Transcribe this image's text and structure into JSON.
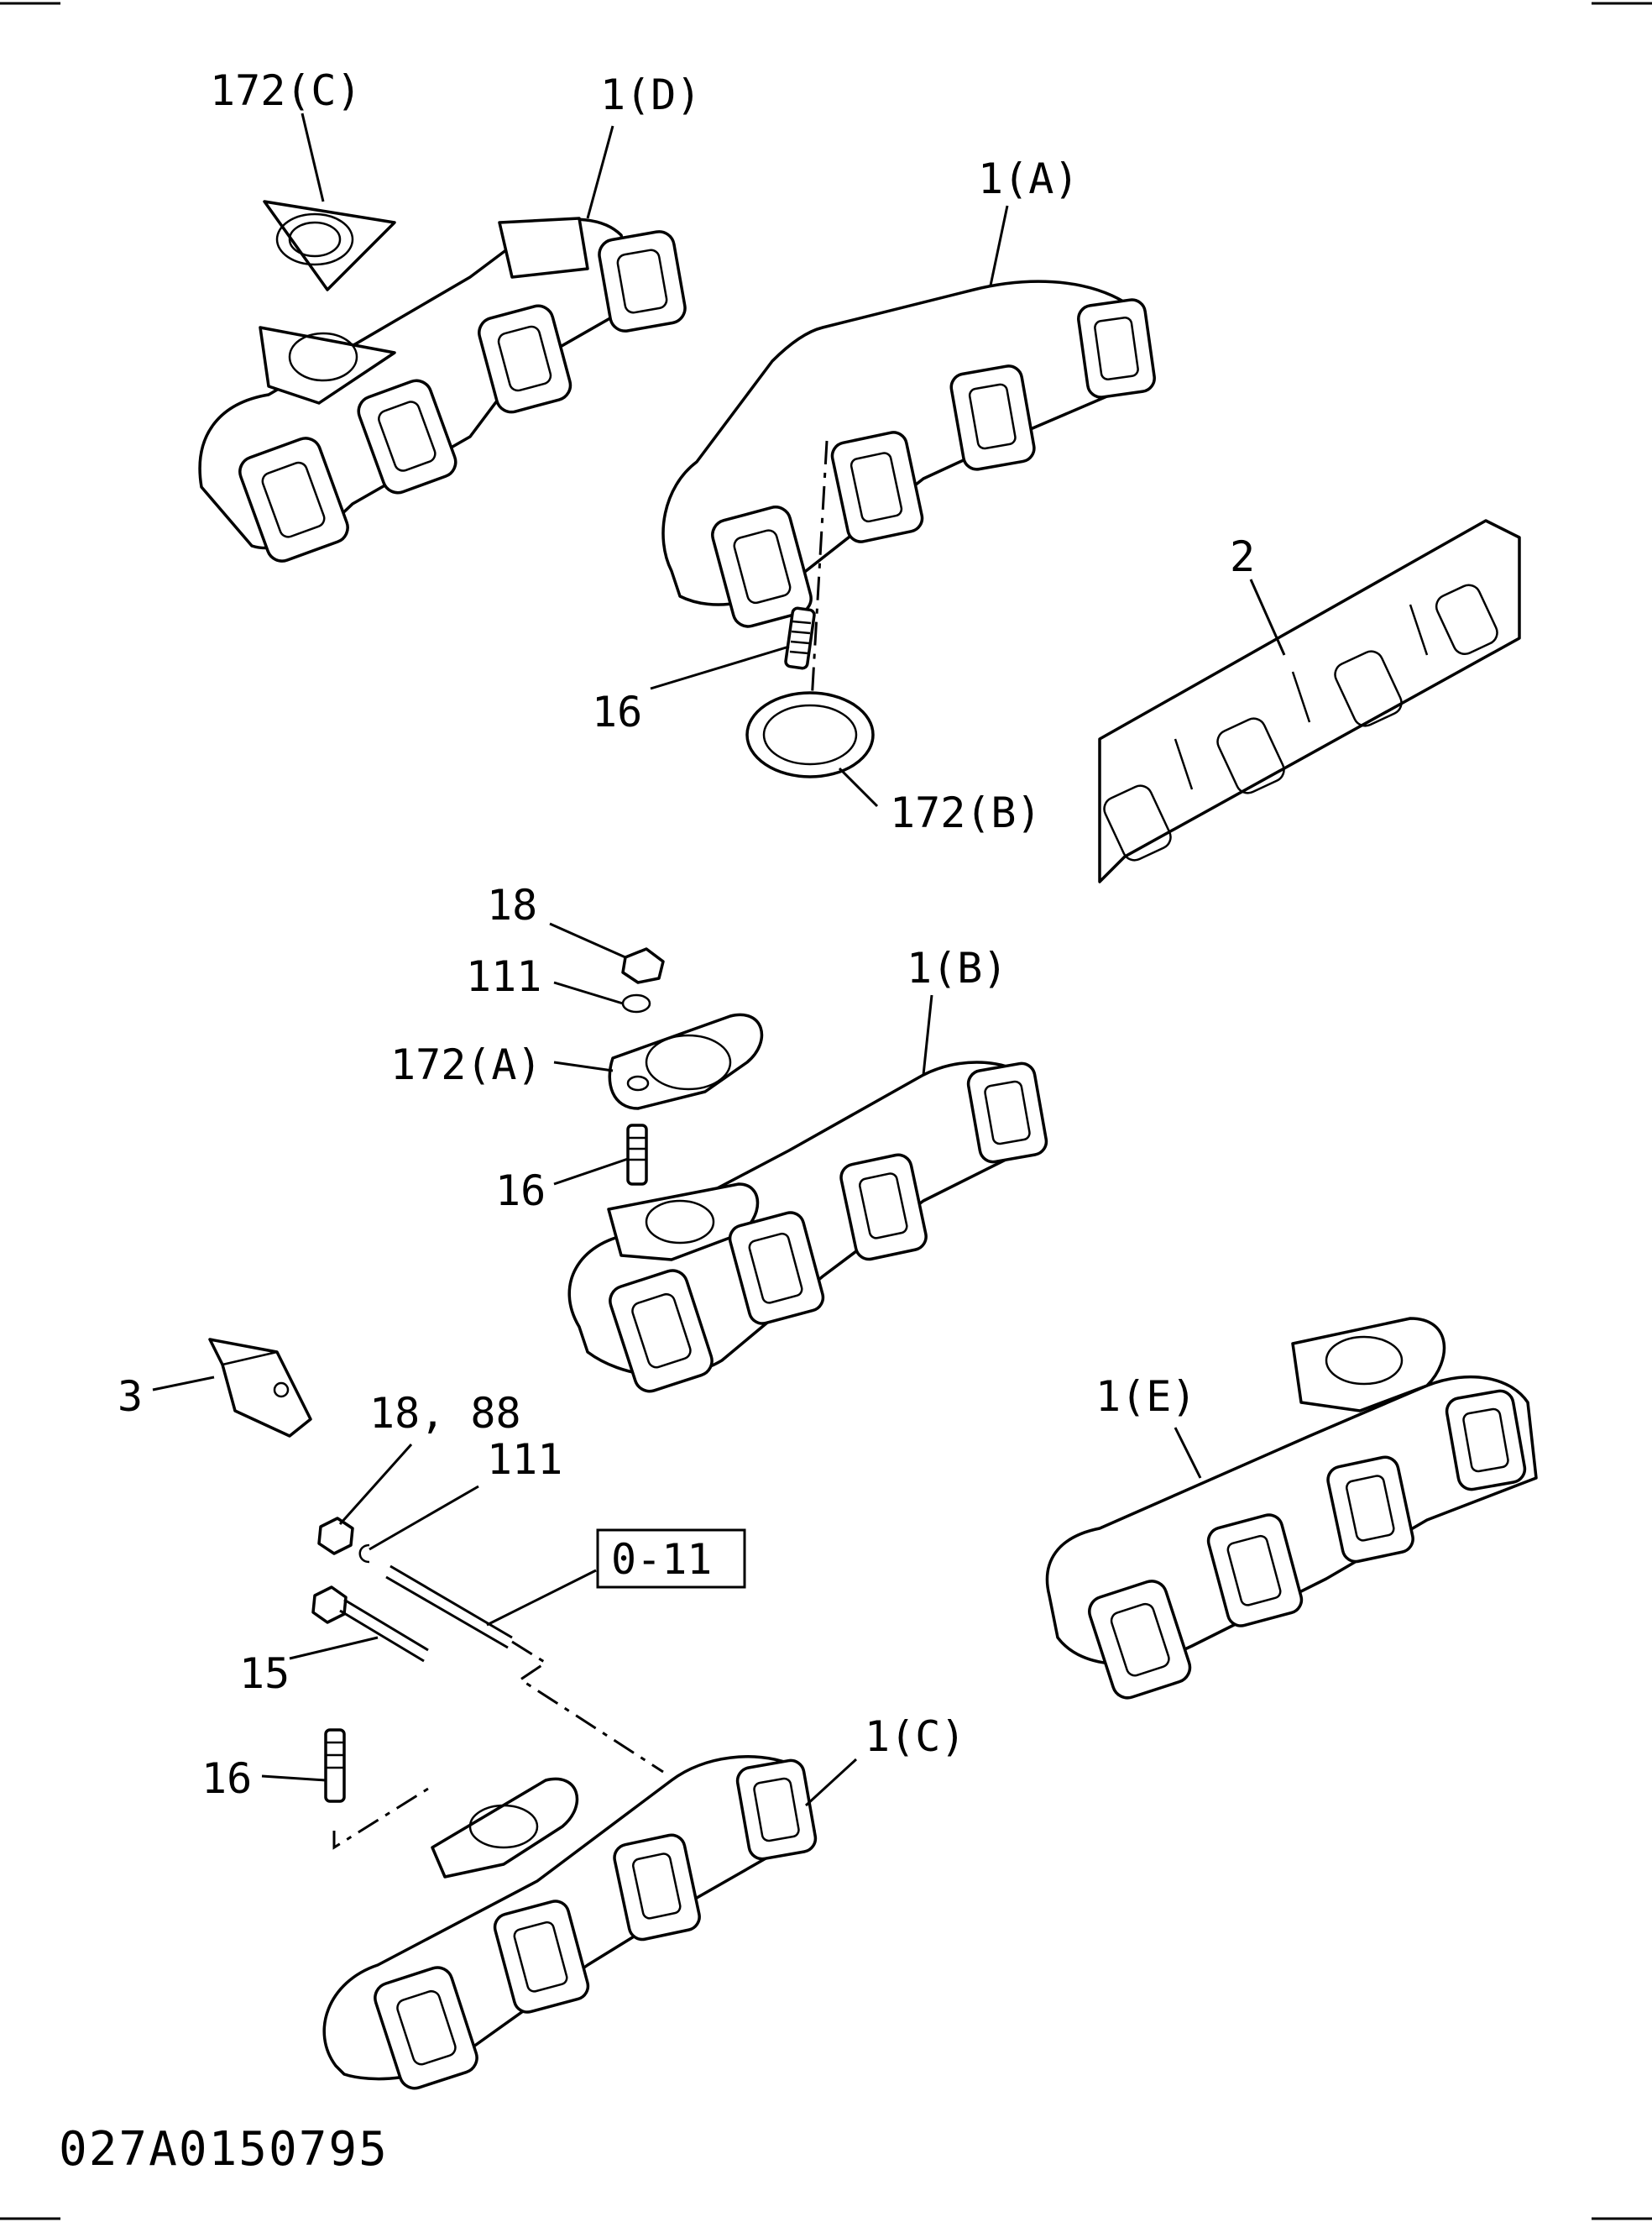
{
  "labels": {
    "p172c": "172(C)",
    "p1d": "1(D)",
    "p1a": "1(A)",
    "p2": "2",
    "p16a": "16",
    "p172b": "172(B)",
    "p18": "18",
    "p111a": "111",
    "p1b": "1(B)",
    "p172a": "172(A)",
    "p16b": "16",
    "p3": "3",
    "p1888": "18, 88",
    "p111b": "111",
    "ref": "0-11",
    "p15": "15",
    "p1e": "1(E)",
    "p16c": "16",
    "p1c": "1(C)"
  },
  "figure_id": "027A0150795"
}
